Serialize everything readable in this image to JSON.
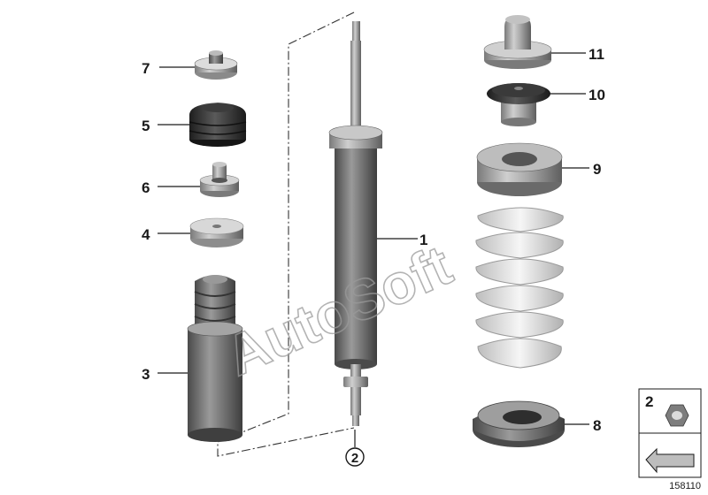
{
  "parts": [
    {
      "id": "p1",
      "label": "1"
    },
    {
      "id": "p3",
      "label": "3"
    },
    {
      "id": "p4",
      "label": "4"
    },
    {
      "id": "p5",
      "label": "5"
    },
    {
      "id": "p6",
      "label": "6"
    },
    {
      "id": "p7",
      "label": "7"
    },
    {
      "id": "p8",
      "label": "8"
    },
    {
      "id": "p9",
      "label": "9"
    },
    {
      "id": "p10",
      "label": "10"
    },
    {
      "id": "p11",
      "label": "11"
    }
  ],
  "circled_callout": "2",
  "inset": {
    "label": "2",
    "icon": "hex-nut-icon"
  },
  "diagram_number": "158110",
  "watermark": "AutoSoft",
  "colors": {
    "metal_dark": "#6e6e6e",
    "metal_light": "#d2d2d2",
    "rubber": "#2a2a2a",
    "spring": "#e8e8e8",
    "ink": "#1a1a1a"
  }
}
